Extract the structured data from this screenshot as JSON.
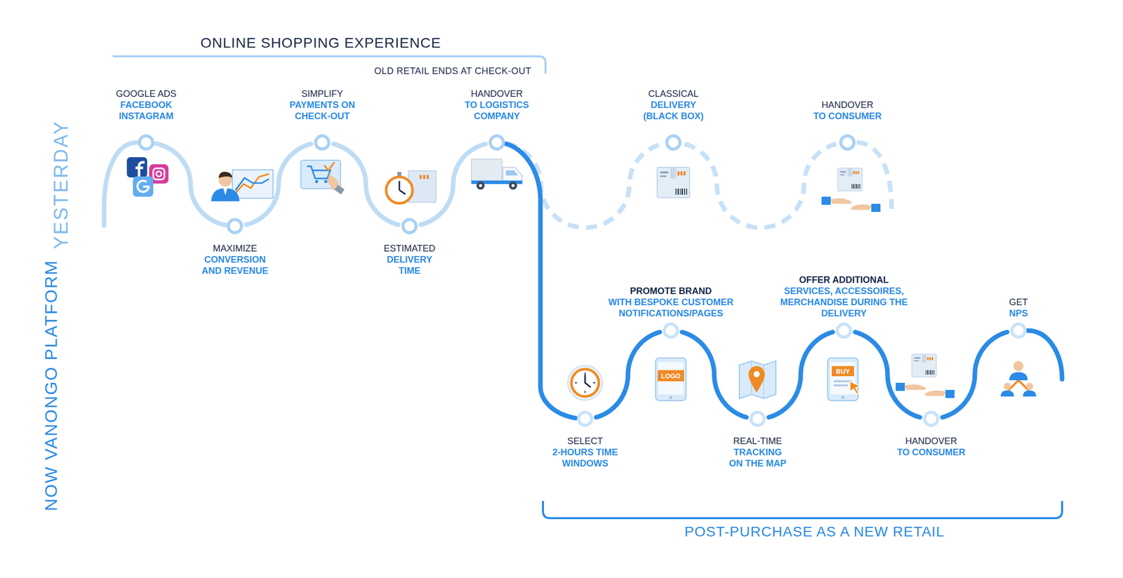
{
  "diagram": {
    "title": "ONLINE SHOPPING EXPERIENCE",
    "nodes": [
      {
        "text": [
          "GOOGLE ADS",
          "FACEBOOK INSTAGRAM"
        ]
      },
      {
        "text": [
          "MAXIMIZE",
          "CONVERSION AND REVENUE"
        ]
      },
      {
        "text": [
          "SIMPLIFY",
          "PAYMENTS ON CHECK-OUT"
        ]
      },
      {
        "text": [
          "ESTIMATED",
          "DELIVERY TIME"
        ]
      },
      {
        "text": [
          "HANDOVER",
          "TO LOGISTICS COMPANY"
        ]
      },
      {
        "text": [
          "CLASSICAL",
          "DELIVERY (BLACK BOX)"
        ]
      },
      {
        "text": [
          "HANDOVER",
          "TO CONSUMER"
        ]
      },
      {
        "text": [
          "SELECT",
          "2-HOURS TIME WINDOWS"
        ]
      },
      {
        "text": [
          "PROMOTE BRAND",
          "WITH BESPOKE CUSTOMER NOTIFICATIONS/PAGES"
        ]
      },
      {
        "text": [
          "REAL-TIME",
          "TRACKING ON THE MAP"
        ]
      },
      {
        "text": [
          "OFFER ADDITIONAL",
          "SERVICES, ACCESSOIRES, MERCHANDISE DURING THE DELIVERY"
        ]
      },
      {
        "text": [
          "HANDOVER",
          "TO CONSUMER"
        ]
      },
      {
        "text": [
          "GET",
          "NPS"
        ]
      }
    ],
    "edges": [
      {
        "from": 0,
        "to": 1,
        "arrow": "none"
      },
      {
        "from": 1,
        "to": 2,
        "arrow": "none"
      },
      {
        "from": 2,
        "to": 3,
        "arrow": "none"
      },
      {
        "from": 3,
        "to": 4,
        "arrow": "none"
      },
      {
        "from": 4,
        "to": 5,
        "arrow": "none"
      },
      {
        "from": 5,
        "to": 6,
        "arrow": "none"
      },
      {
        "from": 4,
        "to": 7,
        "arrow": "none"
      },
      {
        "from": 7,
        "to": 8,
        "arrow": "none"
      },
      {
        "from": 8,
        "to": 9,
        "arrow": "none"
      },
      {
        "from": 9,
        "to": 10,
        "arrow": "none"
      },
      {
        "from": 10,
        "to": 11,
        "arrow": "none"
      },
      {
        "from": 11,
        "to": 12,
        "arrow": "none"
      }
    ],
    "labels": [
      "OLD RETAIL ENDS AT CHECK-OUT",
      "YESTERDAY",
      "NOW VANONGO PLATFORM",
      "POST-PURCHASE AS A NEW RETAIL",
      "LOGO",
      "BUY"
    ]
  }
}
